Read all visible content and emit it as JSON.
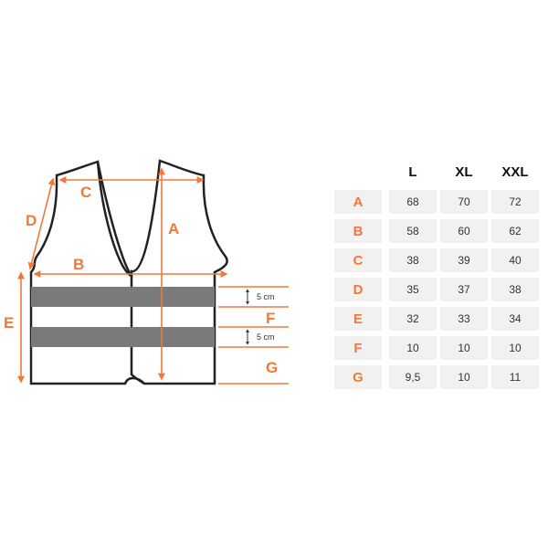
{
  "diagram": {
    "labels": {
      "a": "A",
      "b": "B",
      "c": "C",
      "d": "D",
      "e": "E",
      "f": "F",
      "g": "G"
    },
    "stripe_width_1": "5 cm",
    "stripe_width_2": "5 cm",
    "accent_color": "#f0783c",
    "stripe_color": "#7a7a7a",
    "outline_color": "#222222"
  },
  "size_table": {
    "headers": [
      "L",
      "XL",
      "XXL"
    ],
    "rows": [
      {
        "label": "A",
        "values": [
          "68",
          "70",
          "72"
        ]
      },
      {
        "label": "B",
        "values": [
          "58",
          "60",
          "62"
        ]
      },
      {
        "label": "C",
        "values": [
          "38",
          "39",
          "40"
        ]
      },
      {
        "label": "D",
        "values": [
          "35",
          "37",
          "38"
        ]
      },
      {
        "label": "E",
        "values": [
          "32",
          "33",
          "34"
        ]
      },
      {
        "label": "F",
        "values": [
          "10",
          "10",
          "10"
        ]
      },
      {
        "label": "G",
        "values": [
          "9,5",
          "10",
          "11"
        ]
      }
    ]
  }
}
